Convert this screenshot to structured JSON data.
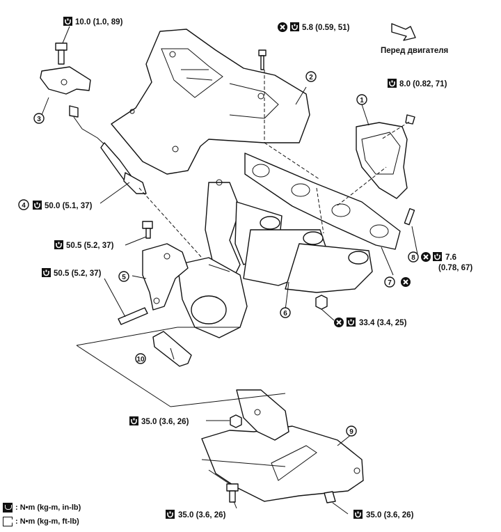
{
  "legend": {
    "nm_kgm_inlb": ": N•m (kg-m, in-lb)",
    "nm_kgm_ftlb": ": N•m (kg-m, ft-lb)"
  },
  "front_label": "Перед двигателя",
  "torques": {
    "t_top_bolt": "10.0 (1.0, 89)",
    "t_cover_bolt": "5.8 (0.59, 51)",
    "t_shield_bolt": "8.0 (0.82, 71)",
    "t_sensor": "50.0 (5.1, 37)",
    "t_bracket_bolt": "50.5 (5.2, 37)",
    "t_stud": "50.5 (5.2, 37)",
    "t_nut_36": "7.6",
    "t_nut_36b": "(0.78, 67)",
    "t_manifold_nut": "33.4 (3.4, 25)",
    "t_lower_nut": "35.0 (3.6, 26)",
    "t_lower_bolt_left": "35.0 (3.6, 26)",
    "t_lower_bolt_right": "35.0 (3.6, 26)"
  },
  "callouts": [
    "1",
    "2",
    "3",
    "4",
    "5",
    "6",
    "7",
    "8",
    "9",
    "10"
  ]
}
